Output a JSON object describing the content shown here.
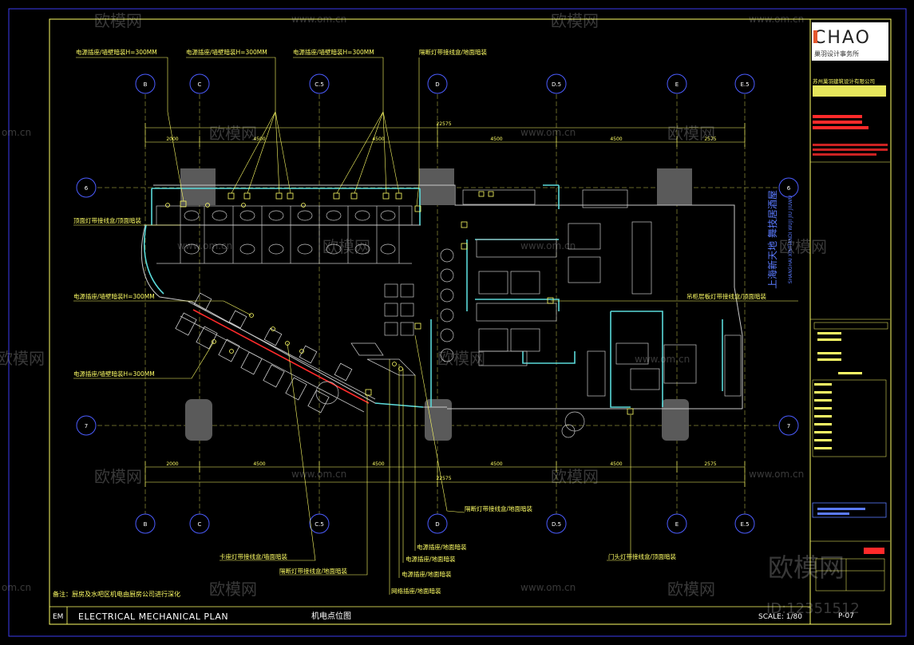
{
  "drawing": {
    "title_en": "ELECTRICAL MECHANICAL PLAN",
    "title_cn": "机电点位图",
    "code": "EM",
    "scale": "SCALE: 1/80",
    "sheet": "P-07",
    "note": "备注：厨房及水吧区机电由厨房公司进行深化"
  },
  "title_block": {
    "logo": "CHAO",
    "logo_sub": "巢羽设计事务所",
    "firm_cn": "苏州巢羽建筑设计有限公司",
    "project_cn": "上海新天地 舞技居酒屋",
    "project_en": "SHANGHAI XINTIANDI WUJI JIU JIUWU"
  },
  "axes": {
    "top": [
      "B",
      "C",
      "C.5",
      "D",
      "D.5",
      "E",
      "E.5"
    ],
    "bottom": [
      "B",
      "C",
      "C.5",
      "D",
      "D.5",
      "E",
      "E.5"
    ],
    "left": [
      "6",
      "7"
    ],
    "right": [
      "6",
      "7"
    ]
  },
  "dimensions": {
    "overall": "22575",
    "segments": [
      "2000",
      "4500",
      "4500",
      "4500",
      "4500",
      "2575"
    ]
  },
  "annotations": {
    "top": [
      "电源插座/墙壁暗装H=300MM",
      "电源插座/墙壁暗装H=300MM",
      "电源插座/墙壁暗装H=300MM",
      "隔断灯带接线盒/地面暗装"
    ],
    "left": [
      "顶面灯带接线盒/顶面暗装",
      "电源插座/墙壁暗装H=300MM",
      "电源插座/墙壁暗装H=300MM"
    ],
    "right": [
      "吊柜层板灯带接线盒/顶面暗装"
    ],
    "bottom": [
      "隔断灯带接线盒/地面暗装",
      "卡座灯带接线盒/墙面暗装",
      "隔断灯带接线盒/地面暗装",
      "电源插座/地面暗装",
      "电源插座/地面暗装",
      "电源插座/地面暗装",
      "网络插座/地面暗装",
      "门头灯带接线盒/顶面暗装"
    ]
  },
  "watermarks": {
    "brand": "欧模网",
    "site": "www.om.cn",
    "site_short": "om.cn",
    "id": "ID:12351512"
  },
  "colors": {
    "background": "#000000",
    "line": "#ffff66",
    "furniture": "#c8c8c8",
    "partition": "#5ad9d9",
    "column": "#5a5a5a",
    "axis": "#4b5cff",
    "accent": "#ff2a2a",
    "logo_accent": "#e4572e",
    "title_blue": "#5b7bff"
  }
}
